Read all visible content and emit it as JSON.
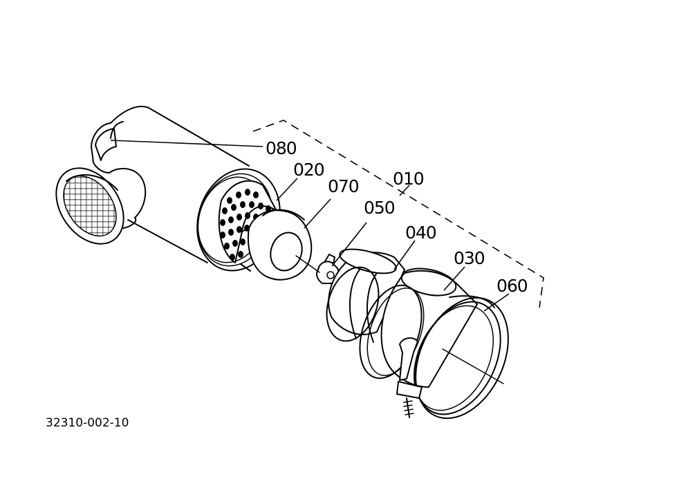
{
  "diagram": {
    "figure_code": "32310-002-10",
    "part_labels": {
      "p010": "010",
      "p020": "020",
      "p030": "030",
      "p040": "040",
      "p050": "050",
      "p060": "060",
      "p070": "070",
      "p080": "080"
    }
  }
}
